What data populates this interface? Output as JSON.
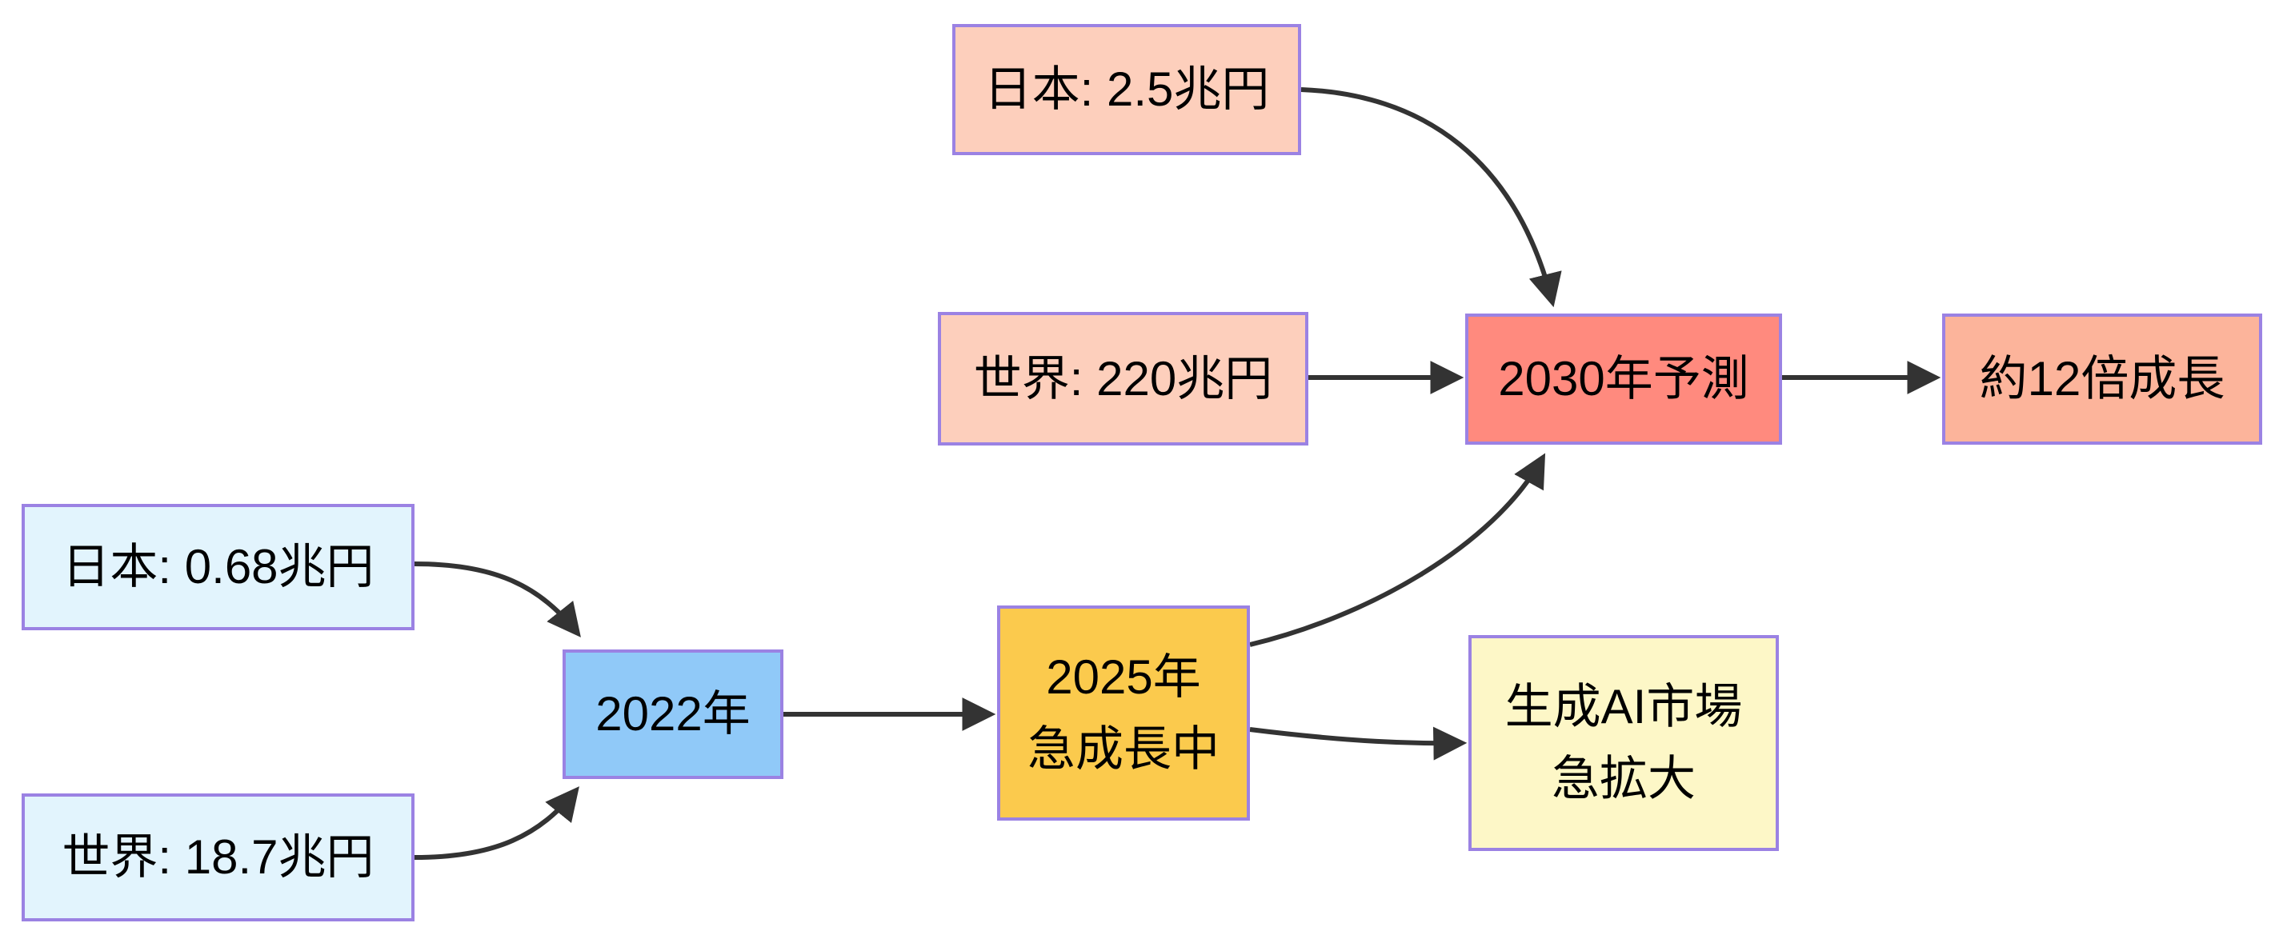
{
  "diagram": {
    "type": "flowchart",
    "background": "#ffffff",
    "colors": {
      "node_border": "#9b82e3",
      "arrow": "#333333",
      "text": "#000000",
      "fill_pink": "#fdcfbc",
      "fill_red": "#ff8a7e",
      "fill_salmon": "#fcb49b",
      "fill_lightblue": "#e2f4fd",
      "fill_blue": "#90c9f8",
      "fill_gold": "#fbca4d",
      "fill_cream": "#fdf7c7"
    },
    "nodes": {
      "japan_2030": {
        "label": "日本: 2.5兆円",
        "fill": "#fdcfbc"
      },
      "world_2030": {
        "label": "世界: 220兆円",
        "fill": "#fdcfbc"
      },
      "forecast_2030": {
        "label": "2030年予測",
        "fill": "#ff8a7e"
      },
      "growth_12x": {
        "label": "約12倍成長",
        "fill": "#fcb49b"
      },
      "japan_2022": {
        "label": "日本: 0.68兆円",
        "fill": "#e2f4fd"
      },
      "world_2022": {
        "label": "世界: 18.7兆円",
        "fill": "#e2f4fd"
      },
      "year_2022": {
        "label": "2022年",
        "fill": "#90c9f8"
      },
      "year_2025": {
        "label_line1": "2025年",
        "label_line2": "急成長中",
        "fill": "#fbca4d"
      },
      "genai_market": {
        "label_line1": "生成AI市場",
        "label_line2": "急拡大",
        "fill": "#fdf7c7"
      }
    },
    "edges": [
      {
        "from": "japan_2022",
        "to": "year_2022"
      },
      {
        "from": "world_2022",
        "to": "year_2022"
      },
      {
        "from": "year_2022",
        "to": "year_2025"
      },
      {
        "from": "japan_2030",
        "to": "forecast_2030"
      },
      {
        "from": "world_2030",
        "to": "forecast_2030"
      },
      {
        "from": "year_2025",
        "to": "forecast_2030"
      },
      {
        "from": "year_2025",
        "to": "genai_market"
      },
      {
        "from": "forecast_2030",
        "to": "growth_12x"
      }
    ]
  }
}
